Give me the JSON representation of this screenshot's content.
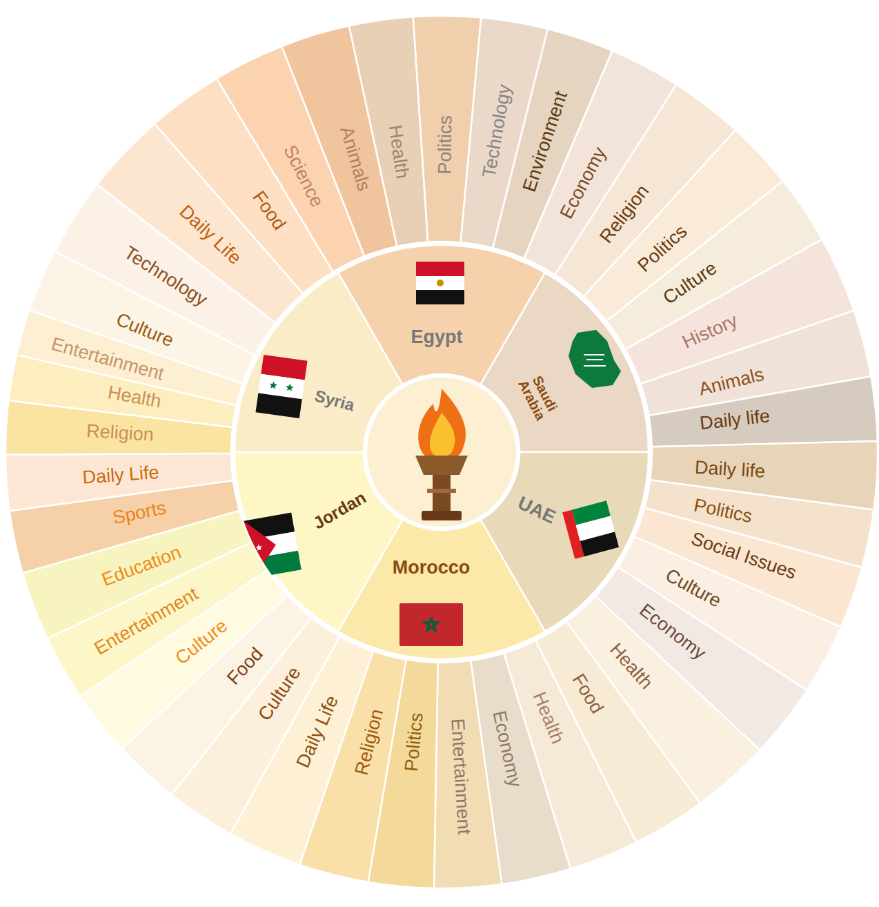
{
  "diagram": {
    "nodes": [
      {
        "text": [
          "Egypt"
        ]
      },
      {
        "text": [
          "Saudi Arabia"
        ]
      },
      {
        "text": [
          "UAE"
        ]
      },
      {
        "text": [
          "Morocco"
        ]
      },
      {
        "text": [
          "Jordan"
        ]
      },
      {
        "text": [
          "Syria"
        ]
      },
      {
        "text": [
          "Politics"
        ]
      },
      {
        "text": [
          "Technology"
        ]
      },
      {
        "text": [
          "Environment"
        ]
      },
      {
        "text": [
          "Economy"
        ]
      },
      {
        "text": [
          "Religion"
        ]
      },
      {
        "text": [
          "Politics"
        ]
      },
      {
        "text": [
          "Culture"
        ]
      },
      {
        "text": [
          "History"
        ]
      },
      {
        "text": [
          "Animals"
        ]
      },
      {
        "text": [
          "Daily life"
        ]
      },
      {
        "text": [
          "Daily life"
        ]
      },
      {
        "text": [
          "Politics"
        ]
      },
      {
        "text": [
          "Social Issues"
        ]
      },
      {
        "text": [
          "Culture"
        ]
      },
      {
        "text": [
          "Economy"
        ]
      },
      {
        "text": [
          "Health"
        ]
      },
      {
        "text": [
          "Food"
        ]
      },
      {
        "text": [
          "Health"
        ]
      },
      {
        "text": [
          "Economy"
        ]
      },
      {
        "text": [
          "Entertainment"
        ]
      },
      {
        "text": [
          "Politics"
        ]
      },
      {
        "text": [
          "Religion"
        ]
      },
      {
        "text": [
          "Daily Life"
        ]
      },
      {
        "text": [
          "Culture"
        ]
      },
      {
        "text": [
          "Food"
        ]
      },
      {
        "text": [
          "Culture"
        ]
      },
      {
        "text": [
          "Entertainment"
        ]
      },
      {
        "text": [
          "Education"
        ]
      },
      {
        "text": [
          "Sports"
        ]
      },
      {
        "text": [
          "Daily Life"
        ]
      },
      {
        "text": [
          "Religion"
        ]
      },
      {
        "text": [
          "Health"
        ]
      },
      {
        "text": [
          "Entertainment"
        ]
      },
      {
        "text": [
          "Culture"
        ]
      },
      {
        "text": [
          "Technology"
        ]
      },
      {
        "text": [
          "Daily Life"
        ]
      },
      {
        "text": [
          "Food"
        ]
      },
      {
        "text": [
          "Science"
        ]
      },
      {
        "text": [
          "Animals"
        ]
      },
      {
        "text": [
          "Health"
        ]
      }
    ]
  }
}
